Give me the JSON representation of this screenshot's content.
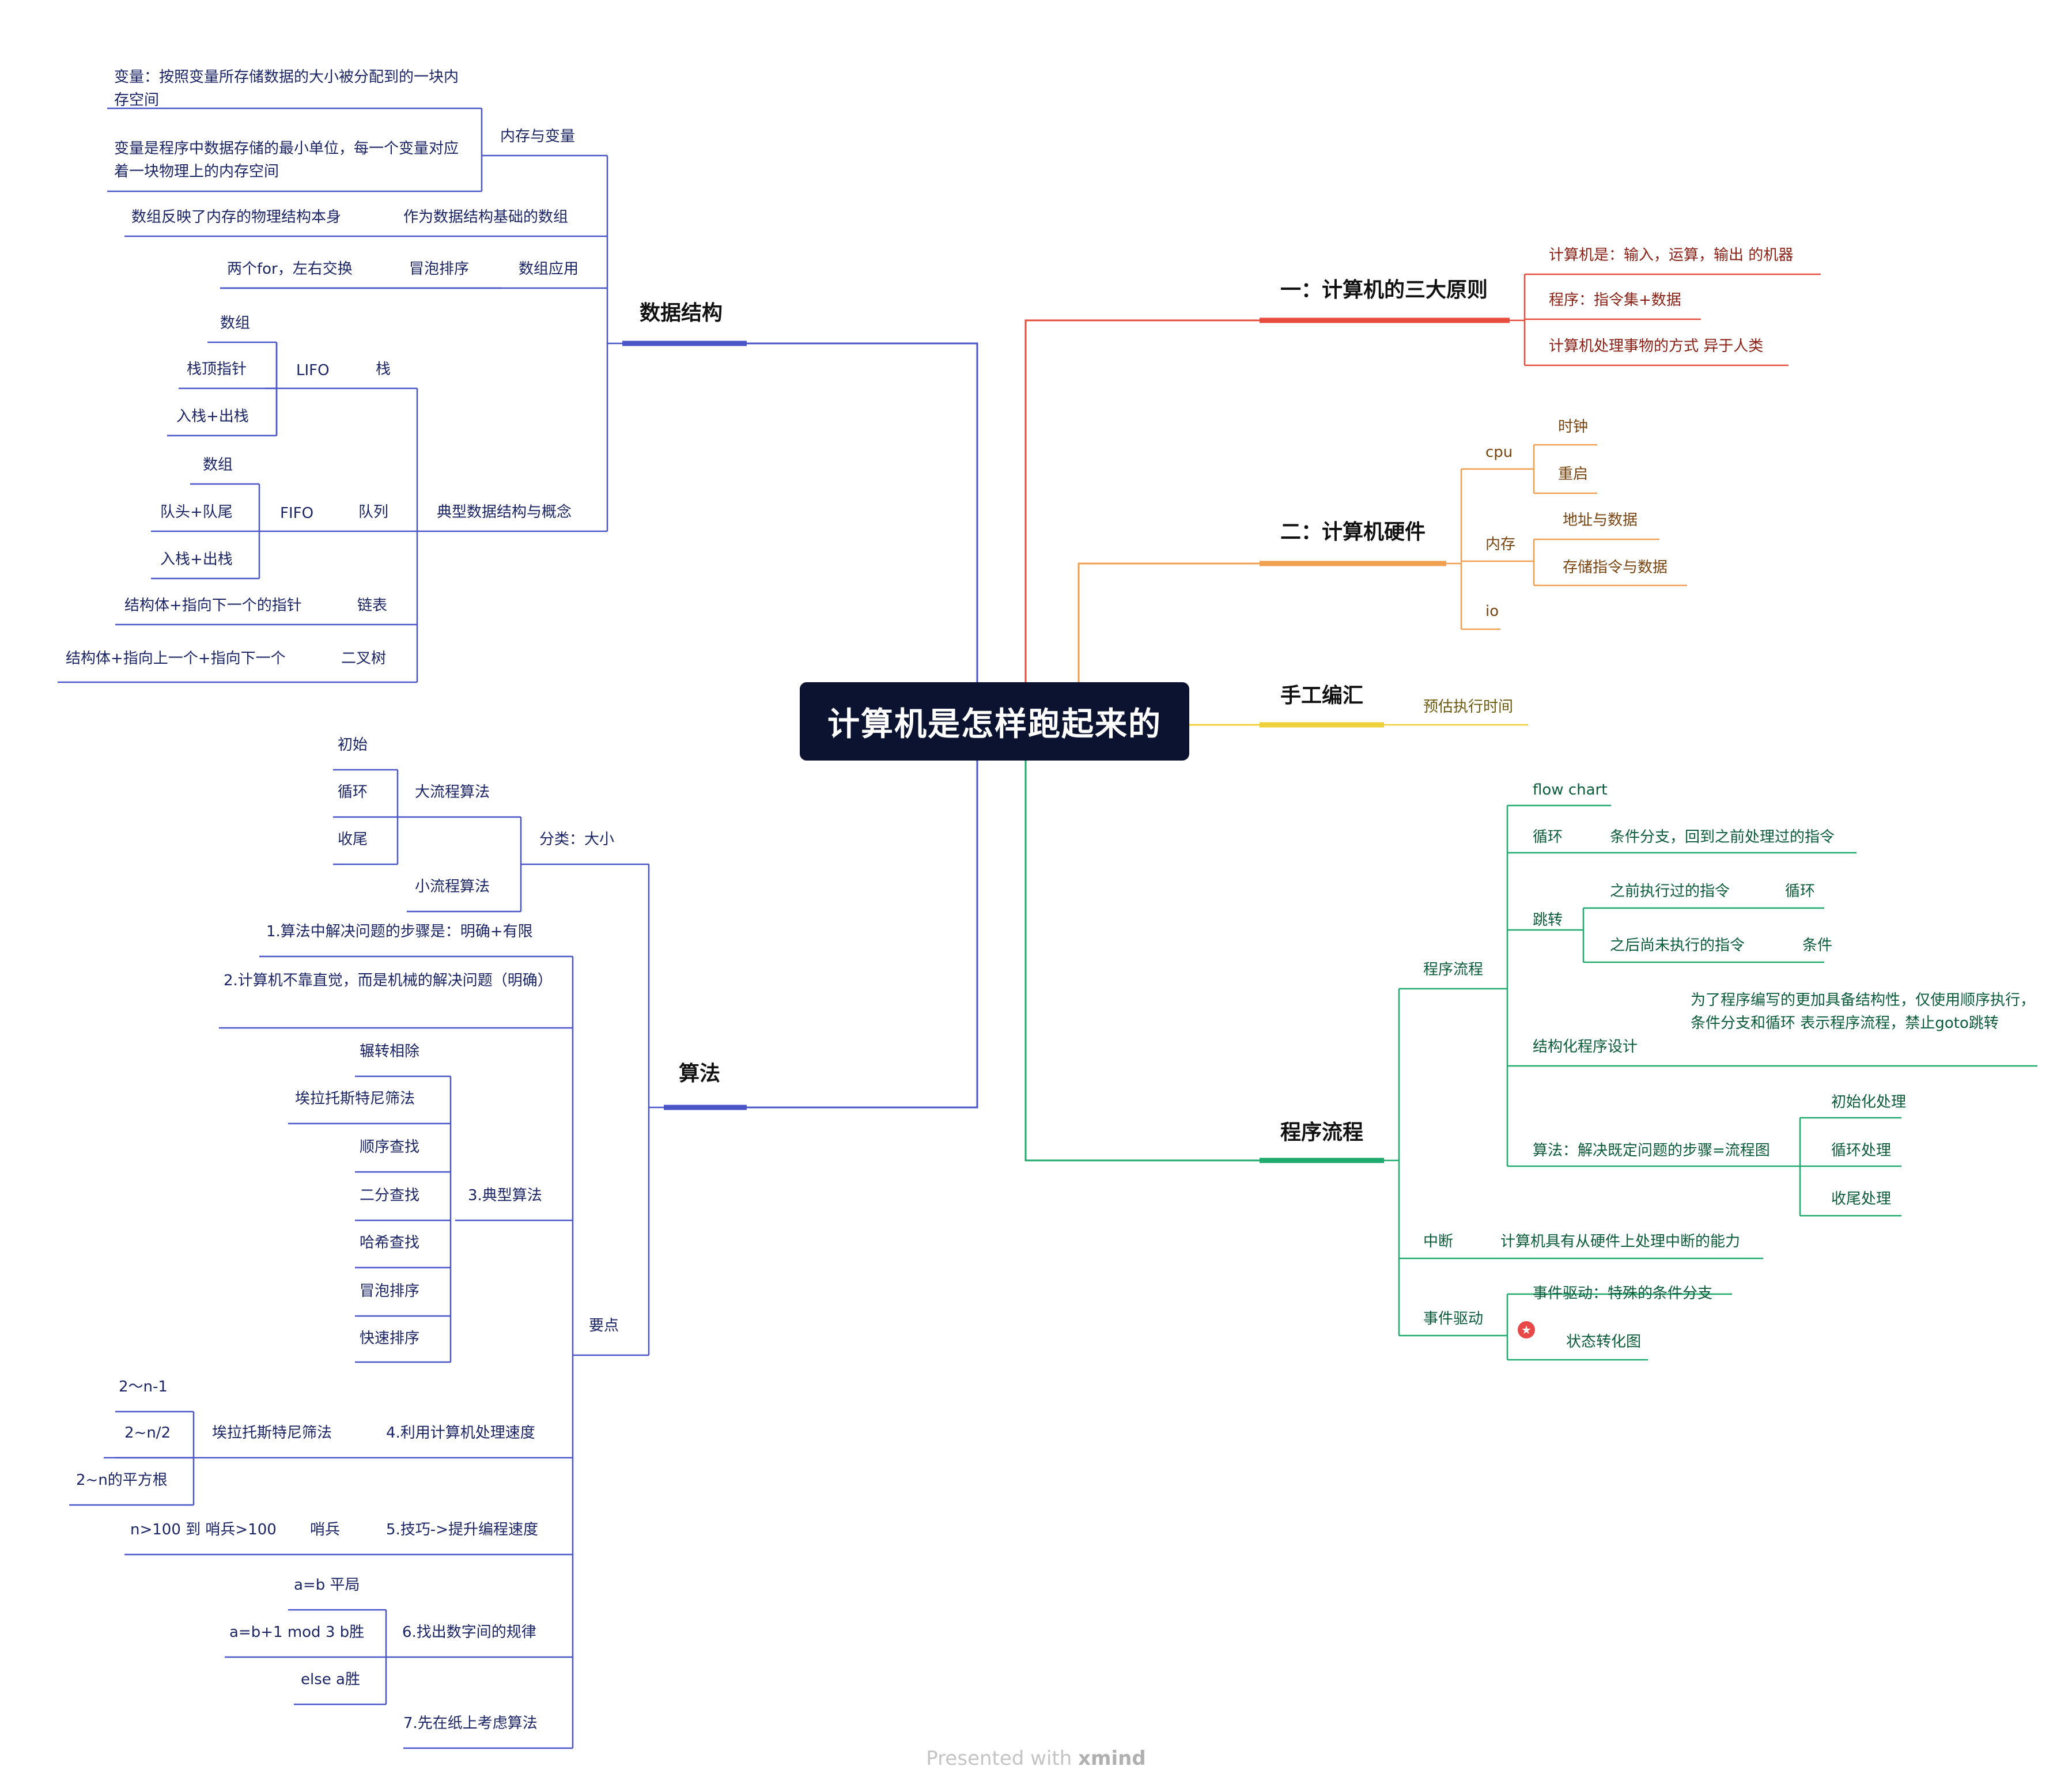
{
  "root": "计算机是怎样跑起来的",
  "footer": {
    "prefix": "Presented with ",
    "brand": "xmind"
  },
  "colors": {
    "blue": "#4a55c8",
    "red": "#e84c3d",
    "orange": "#f0a050",
    "yellow": "#f0d03a",
    "green": "#1faa6e"
  },
  "principles": {
    "title": "一：计算机的三大原则",
    "items": [
      "计算机是：输入，运算，输出 的机器",
      "程序：指令集+数据",
      "计算机处理事物的方式 异于人类"
    ]
  },
  "hardware": {
    "title": "二：计算机硬件",
    "cpu": {
      "label": "cpu",
      "items": [
        "时钟",
        "重启"
      ]
    },
    "memory": {
      "label": "内存",
      "items": [
        "地址与数据",
        "存储指令与数据"
      ]
    },
    "io": "io"
  },
  "assembly": {
    "title": "手工编汇",
    "item": "预估执行时间"
  },
  "flow": {
    "title": "程序流程",
    "program_flow": {
      "label": "程序流程",
      "flowchart": "flow chart",
      "loop": {
        "label": "循环",
        "desc": "条件分支，回到之前处理过的指令"
      },
      "jump": {
        "label": "跳转",
        "before": "之前执行过的指令",
        "before_tag": "循环",
        "after": "之后尚未执行的指令",
        "after_tag": "条件"
      },
      "structured": {
        "label": "结构化程序设计",
        "desc": "为了程序编写的更加具备结构性，仅使用顺序执行，条件分支和循环 表示程序流程，禁止goto跳转"
      },
      "algorithm": {
        "label": "算法：解决既定问题的步骤=流程图",
        "items": [
          "初始化处理",
          "循环处理",
          "收尾处理"
        ]
      }
    },
    "interrupt": {
      "label": "中断",
      "desc": "计算机具有从硬件上处理中断的能力"
    },
    "event": {
      "label": "事件驱动",
      "items": [
        "事件驱动：特殊的条件分支",
        "状态转化图"
      ],
      "star_icon": "star-icon"
    }
  },
  "ds": {
    "title": "数据结构",
    "memvar": {
      "label": "内存与变量",
      "items": [
        "变量：按照变量所存储数据的大小被分配到的一块内存空间",
        "变量是程序中数据存储的最小单位，每一个变量对应着一块物理上的内存空间"
      ]
    },
    "array": {
      "label": "作为数据结构基础的数组",
      "item": "数组反映了内存的物理结构本身"
    },
    "app": {
      "label": "数组应用",
      "sort": "冒泡排序",
      "detail": "两个for，左右交换"
    },
    "typical": {
      "label": "典型数据结构与概念",
      "stack": {
        "label": "栈",
        "lifo": "LIFO",
        "items": [
          "数组",
          "栈顶指针",
          "入栈+出栈"
        ]
      },
      "queue": {
        "label": "队列",
        "fifo": "FIFO",
        "items": [
          "数组",
          "队头+队尾",
          "入栈+出栈"
        ]
      },
      "list": {
        "label": "链表",
        "item": "结构体+指向下一个的指针"
      },
      "tree": {
        "label": "二叉树",
        "item": "结构体+指向上一个+指向下一个"
      }
    }
  },
  "algo": {
    "title": "算法",
    "classify": {
      "label": "分类：大小",
      "big": {
        "label": "大流程算法",
        "items": [
          "初始",
          "循环",
          "收尾"
        ]
      },
      "small": "小流程算法"
    },
    "points": {
      "label": "要点",
      "p1": "1.算法中解决问题的步骤是：明确+有限",
      "p2": "2.计算机不靠直觉，而是机械的解决问题（明确）",
      "p3": {
        "label": "3.典型算法",
        "items": [
          "辗转相除",
          "埃拉托斯特尼筛法",
          "顺序查找",
          "二分查找",
          "哈希查找",
          "冒泡排序",
          "快速排序"
        ]
      },
      "p4": {
        "label": "4.利用计算机处理速度",
        "sieve": "埃拉托斯特尼筛法",
        "items": [
          "2～n-1",
          "2~n/2",
          "2~n的平方根"
        ]
      },
      "p5": {
        "label": "5.技巧->提升编程速度",
        "sentinel": "哨兵",
        "detail": "n>100 到 哨兵>100"
      },
      "p6": {
        "label": "6.找出数字间的规律",
        "items": [
          "a=b 平局",
          "a=b+1 mod 3  b胜",
          "else a胜"
        ]
      },
      "p7": "7.先在纸上考虑算法"
    }
  }
}
